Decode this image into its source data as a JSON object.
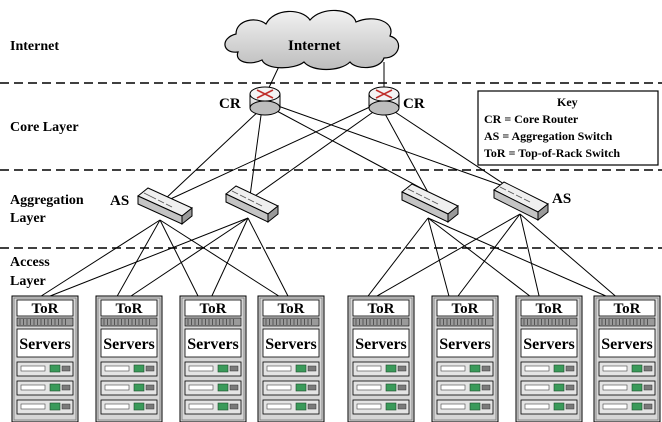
{
  "layers": {
    "internet": "Internet",
    "core": "Core Layer",
    "aggregation_line1": "Aggregation",
    "aggregation_line2": "Layer",
    "access_line1": "Access",
    "access_line2": "Layer"
  },
  "cloud_label": "Internet",
  "core_router_label": "CR",
  "aggregation_switch_label": "AS",
  "key": {
    "title": "Key",
    "entries": [
      "CR = Core Router",
      "AS = Aggregation Switch",
      "ToR = Top-of-Rack Switch"
    ]
  },
  "rack": {
    "tor_label": "ToR",
    "servers_label": "Servers",
    "count": 8
  }
}
